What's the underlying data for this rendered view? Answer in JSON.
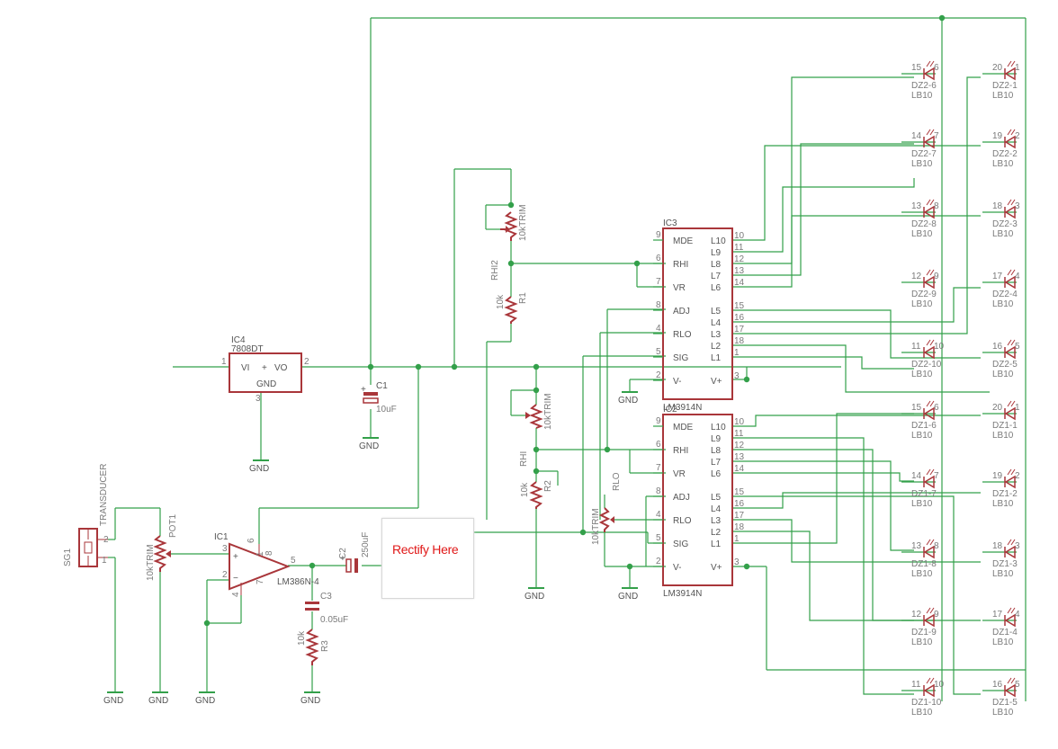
{
  "ic4": {
    "name": "IC4",
    "part": "7808DT",
    "vi": "VI",
    "vo": "VO",
    "gnd": "GND",
    "plus": "+",
    "pin1": "1",
    "pin2": "2",
    "pin3": "3"
  },
  "c1": {
    "name": "C1",
    "value": "10uF",
    "plus": "+"
  },
  "c2": {
    "name": "C2",
    "value": "250uF",
    "plus": "+"
  },
  "c3": {
    "name": "C3",
    "value": "0.05uF"
  },
  "r1": {
    "name": "R1",
    "value": "10k"
  },
  "r2": {
    "name": "R2",
    "value": "10k"
  },
  "r3": {
    "name": "R3",
    "value": "10k"
  },
  "rhi2": {
    "name": "RHI2",
    "value": "10kTRIM"
  },
  "rhi": {
    "name": "RHI",
    "value": "10kTRIM"
  },
  "rlo": {
    "name": "RLO",
    "value": "10kTRIM"
  },
  "pot1": {
    "name": "POT1",
    "value": "10kTRIM"
  },
  "sg1": {
    "name": "SG1",
    "part": "TRANSDUCER",
    "pin1": "1",
    "pin2": "2"
  },
  "ic1": {
    "name": "IC1",
    "part": "LM386N-4",
    "plus": "+",
    "minus": "−",
    "pins": [
      "3",
      "2",
      "6",
      "4",
      "7",
      "8",
      "5",
      "1"
    ]
  },
  "gnd": "GND",
  "ic3": {
    "name": "IC3",
    "part": "LM3914N",
    "left": [
      {
        "pin": "9",
        "label": "MDE"
      },
      {
        "pin": "6",
        "label": "RHI"
      },
      {
        "pin": "7",
        "label": "VR"
      },
      {
        "pin": "8",
        "label": "ADJ"
      },
      {
        "pin": "4",
        "label": "RLO"
      },
      {
        "pin": "5",
        "label": "SIG"
      },
      {
        "pin": "2",
        "label": "V-"
      }
    ],
    "right": [
      {
        "pin": "10",
        "label": "L10"
      },
      {
        "pin": "11",
        "label": "L9"
      },
      {
        "pin": "12",
        "label": "L8"
      },
      {
        "pin": "13",
        "label": "L7"
      },
      {
        "pin": "14",
        "label": "L6"
      },
      {
        "pin": "15",
        "label": "L5"
      },
      {
        "pin": "16",
        "label": "L4"
      },
      {
        "pin": "17",
        "label": "L3"
      },
      {
        "pin": "18",
        "label": "L2"
      },
      {
        "pin": "1",
        "label": "L1"
      },
      {
        "pin": "3",
        "label": "V+"
      }
    ]
  },
  "ic2": {
    "name": "IC2",
    "part": "LM3914N",
    "left": [
      {
        "pin": "9",
        "label": "MDE"
      },
      {
        "pin": "6",
        "label": "RHI"
      },
      {
        "pin": "7",
        "label": "VR"
      },
      {
        "pin": "8",
        "label": "ADJ"
      },
      {
        "pin": "4",
        "label": "RLO"
      },
      {
        "pin": "5",
        "label": "SIG"
      },
      {
        "pin": "2",
        "label": "V-"
      }
    ],
    "right": [
      {
        "pin": "10",
        "label": "L10"
      },
      {
        "pin": "11",
        "label": "L9"
      },
      {
        "pin": "12",
        "label": "L8"
      },
      {
        "pin": "13",
        "label": "L7"
      },
      {
        "pin": "14",
        "label": "L6"
      },
      {
        "pin": "15",
        "label": "L5"
      },
      {
        "pin": "16",
        "label": "L4"
      },
      {
        "pin": "17",
        "label": "L3"
      },
      {
        "pin": "18",
        "label": "L2"
      },
      {
        "pin": "1",
        "label": "L1"
      },
      {
        "pin": "3",
        "label": "V+"
      }
    ]
  },
  "led_part": "LB10",
  "leds_left": [
    {
      "name": "DZ2-6",
      "pa": "15",
      "pb": "6"
    },
    {
      "name": "DZ2-7",
      "pa": "14",
      "pb": "7"
    },
    {
      "name": "DZ2-8",
      "pa": "13",
      "pb": "8"
    },
    {
      "name": "DZ2-9",
      "pa": "12",
      "pb": "9"
    },
    {
      "name": "DZ2-10",
      "pa": "11",
      "pb": "10"
    },
    {
      "name": "DZ1-6",
      "pa": "15",
      "pb": "6"
    },
    {
      "name": "DZ1-7",
      "pa": "14",
      "pb": "7"
    },
    {
      "name": "DZ1-8",
      "pa": "13",
      "pb": "8"
    },
    {
      "name": "DZ1-9",
      "pa": "12",
      "pb": "9"
    },
    {
      "name": "DZ1-10",
      "pa": "11",
      "pb": "10"
    }
  ],
  "leds_right": [
    {
      "name": "DZ2-1",
      "pa": "20",
      "pb": "1"
    },
    {
      "name": "DZ2-2",
      "pa": "19",
      "pb": "2"
    },
    {
      "name": "DZ2-3",
      "pa": "18",
      "pb": "3"
    },
    {
      "name": "DZ2-4",
      "pa": "17",
      "pb": "4"
    },
    {
      "name": "DZ2-5",
      "pa": "16",
      "pb": "5"
    },
    {
      "name": "DZ1-1",
      "pa": "20",
      "pb": "1"
    },
    {
      "name": "DZ1-2",
      "pa": "19",
      "pb": "2"
    },
    {
      "name": "DZ1-3",
      "pa": "18",
      "pb": "3"
    },
    {
      "name": "DZ1-4",
      "pa": "17",
      "pb": "4"
    },
    {
      "name": "DZ1-5",
      "pa": "16",
      "pb": "5"
    }
  ],
  "note": {
    "text": "Rectify Here",
    "color": "#e01818"
  },
  "colors": {
    "wire": "#33a04a",
    "part": "#a9363a",
    "label": "#7a7a7a"
  }
}
